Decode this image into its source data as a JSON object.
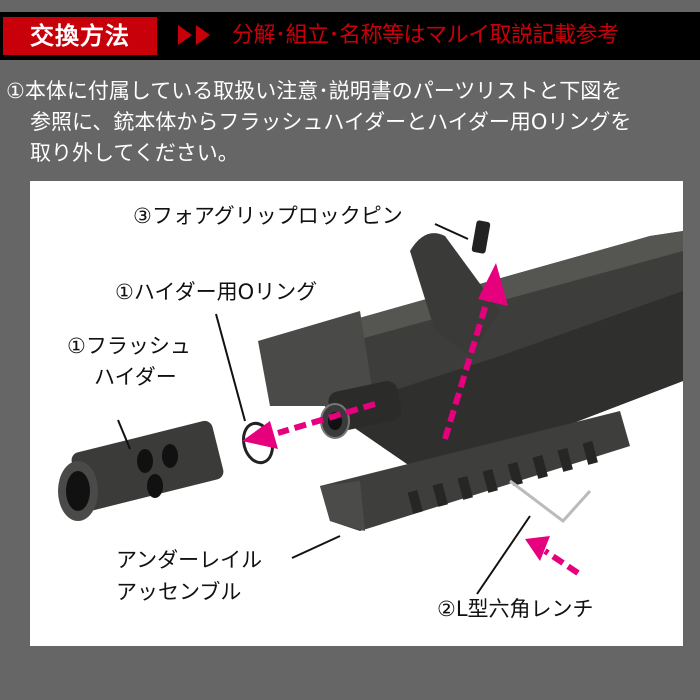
{
  "header": {
    "tag": "交換方法",
    "arrows_icon": "double-triangle-right",
    "note": "分解･組立･名称等はマルイ取説記載参考",
    "colors": {
      "bar": "#000000",
      "accent": "#c8000a",
      "tag_text": "#ffffff"
    }
  },
  "instruction": {
    "line1": "①本体に付属している取扱い注意･説明書のパーツリストと下図を",
    "line2": "参照に、銃本体からフラッシュハイダーとハイダー用Oリングを",
    "line3": "取り外してください。"
  },
  "diagram": {
    "labels": {
      "lock_pin": "③フォアグリップロックピン",
      "o_ring": "①ハイダー用Oリング",
      "flash_hider_1": "①フラッシュ",
      "flash_hider_2": "ハイダー",
      "under_rail_1": "アンダーレイル",
      "under_rail_2": "アッセンブル",
      "hex_wrench": "②L型六角レンチ"
    },
    "arrow_color": "#e6007e",
    "background": "#ffffff"
  },
  "page": {
    "background": "#666666"
  }
}
